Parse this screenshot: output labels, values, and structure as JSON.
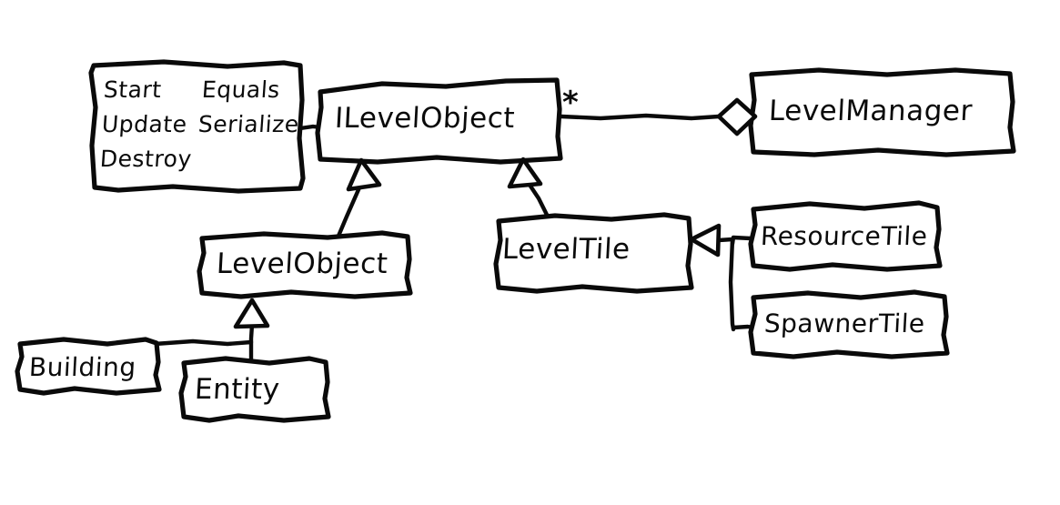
{
  "diagram": {
    "title": "Level system UML class diagram",
    "style": "hand-drawn whiteboard sketch",
    "stroke_color": "#0a0a0a",
    "background_color": "#ffffff"
  },
  "nodes": {
    "methods_box": {
      "name": "methods-box",
      "rows": [
        {
          "left": "Start",
          "right": "Equals"
        },
        {
          "left": "Update",
          "right": "Serialize"
        },
        {
          "left": "Destroy",
          "right": ""
        }
      ]
    },
    "ilevelobject": {
      "name": "ILevelObject",
      "label": "ILevelObject"
    },
    "levelmanager": {
      "name": "LevelManager",
      "label": "LevelManager"
    },
    "levelobject": {
      "name": "LevelObject",
      "label": "LevelObject"
    },
    "leveltile": {
      "name": "LevelTile",
      "label": "LevelTile"
    },
    "resourcetile": {
      "name": "ResourceTile",
      "label": "ResourceTile"
    },
    "spawnertile": {
      "name": "SpawnerTile",
      "label": "SpawnerTile"
    },
    "building": {
      "name": "Building",
      "label": "Building"
    },
    "entity": {
      "name": "Entity",
      "label": "Entity"
    }
  },
  "annotations": {
    "multiplicity_star": "*"
  },
  "relationships": [
    {
      "from": "methods_box",
      "to": "ilevelobject",
      "type": "note-link"
    },
    {
      "from": "levelmanager",
      "to": "ilevelobject",
      "type": "aggregation",
      "multiplicity": "*"
    },
    {
      "from": "levelobject",
      "to": "ilevelobject",
      "type": "generalization"
    },
    {
      "from": "leveltile",
      "to": "ilevelobject",
      "type": "generalization"
    },
    {
      "from": "building",
      "to": "levelobject",
      "type": "generalization"
    },
    {
      "from": "entity",
      "to": "levelobject",
      "type": "generalization"
    },
    {
      "from": "resourcetile",
      "to": "leveltile",
      "type": "generalization"
    },
    {
      "from": "spawnertile",
      "to": "leveltile",
      "type": "generalization"
    }
  ]
}
